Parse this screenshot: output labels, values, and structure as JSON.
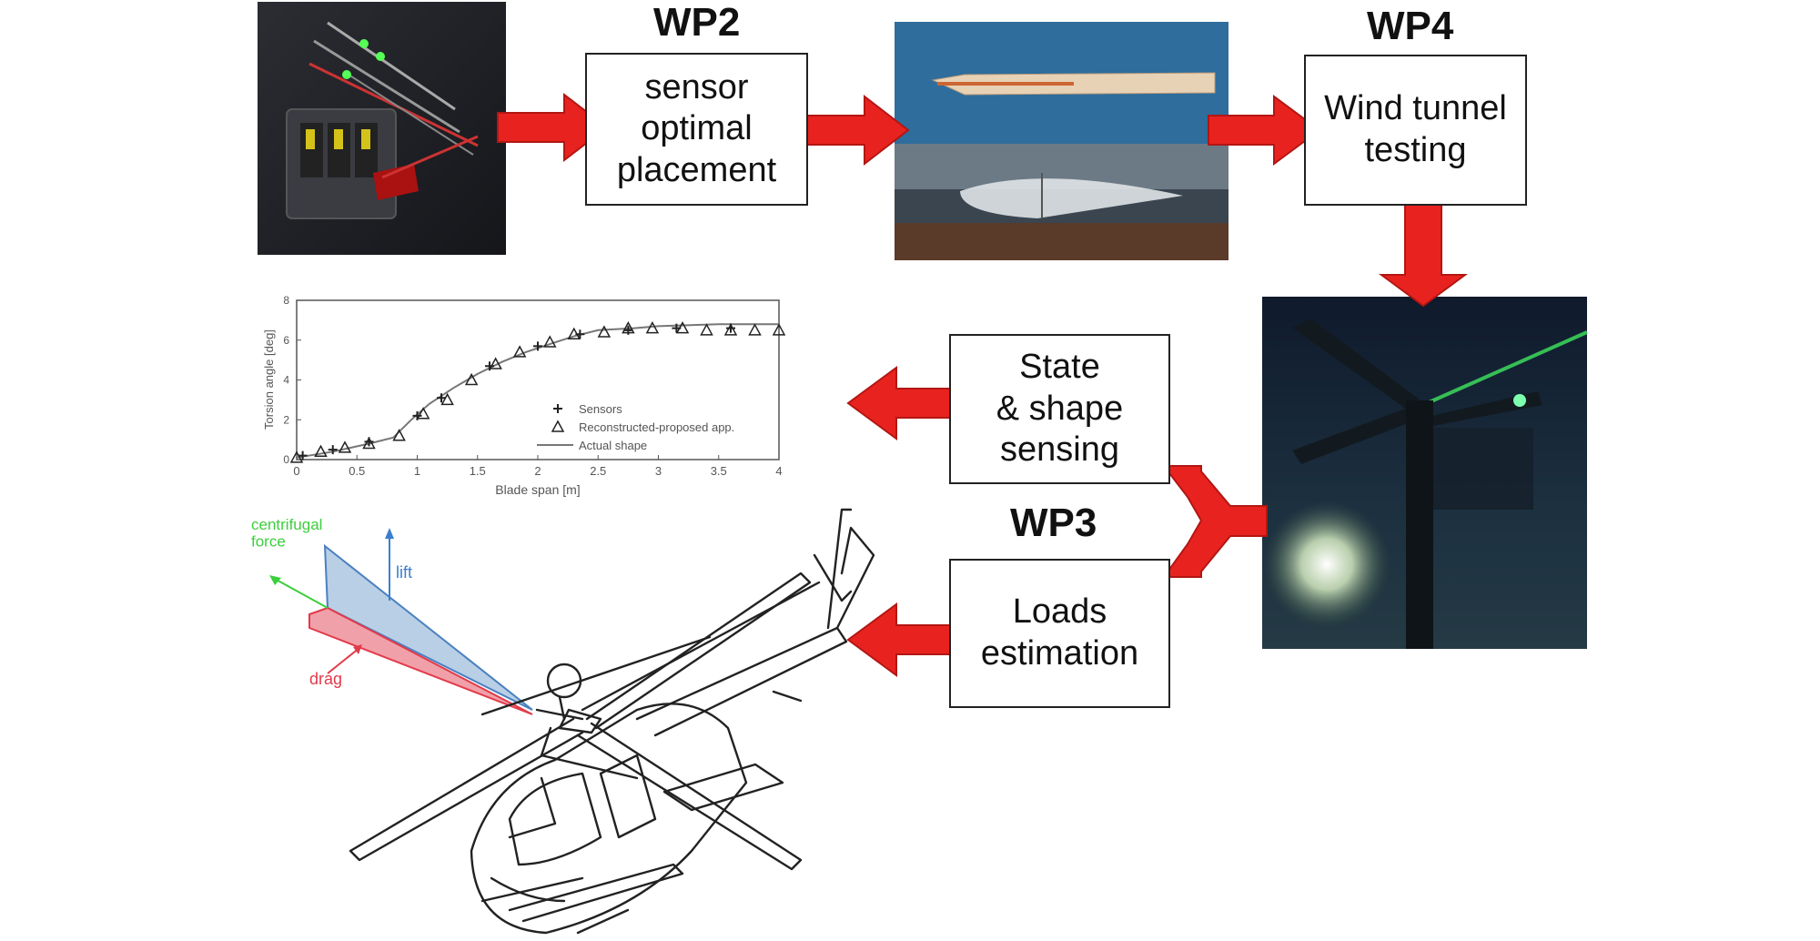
{
  "labels": {
    "wp2": "WP2",
    "wp4": "WP4",
    "wp3": "WP3"
  },
  "boxes": {
    "sensor_placement": "sensor\noptimal\nplacement",
    "wind_tunnel": "Wind tunnel\ntesting",
    "state_shape": "State\n& shape\nsensing",
    "loads": "Loads\nestimation"
  },
  "force_labels": {
    "centrifugal": "centrifugal\nforce",
    "lift": "lift",
    "drag": "drag"
  },
  "colors": {
    "arrow": "#e8231f",
    "lift_triangle": "#b8cfe6",
    "drag_triangle": "#f0a0a8",
    "centrifugal": "#3ccf3c",
    "lift": "#3a7fcf",
    "drag": "#e23a4a"
  },
  "chart_data": {
    "type": "line",
    "xlabel": "Blade span [m]",
    "ylabel": "Torsion angle [deg]",
    "xlim": [
      0,
      4
    ],
    "ylim": [
      0,
      8
    ],
    "xticks": [
      "0",
      "0.5",
      "1",
      "1.5",
      "2",
      "2.5",
      "3",
      "3.5",
      "4"
    ],
    "yticks": [
      "0",
      "2",
      "4",
      "6",
      "8"
    ],
    "legend_position": "bottom-right",
    "legend": [
      "Sensors",
      "Reconstructed-proposed app.",
      "Actual shape"
    ],
    "series": [
      {
        "name": "Actual shape",
        "style": "line",
        "x": [
          0,
          0.3,
          0.6,
          0.8,
          0.95,
          1.1,
          1.3,
          1.5,
          1.7,
          1.9,
          2.1,
          2.3,
          2.5,
          2.8,
          3.0,
          3.5,
          4.0
        ],
        "y": [
          0.1,
          0.4,
          0.8,
          1.1,
          2.0,
          2.8,
          3.6,
          4.3,
          4.9,
          5.4,
          5.8,
          6.2,
          6.5,
          6.6,
          6.7,
          6.8,
          6.8
        ]
      },
      {
        "name": "Sensors",
        "style": "plus",
        "x": [
          0.05,
          0.3,
          0.6,
          1.0,
          1.2,
          1.6,
          2.0,
          2.35,
          2.75,
          3.15,
          3.6
        ],
        "y": [
          0.2,
          0.5,
          0.9,
          2.2,
          3.1,
          4.7,
          5.7,
          6.3,
          6.5,
          6.6,
          6.6
        ]
      },
      {
        "name": "Reconstructed-proposed app.",
        "style": "triangle",
        "x": [
          0.0,
          0.2,
          0.4,
          0.6,
          0.85,
          1.05,
          1.25,
          1.45,
          1.65,
          1.85,
          2.1,
          2.3,
          2.55,
          2.75,
          2.95,
          3.2,
          3.4,
          3.6,
          3.8,
          4.0
        ],
        "y": [
          0.1,
          0.4,
          0.6,
          0.8,
          1.2,
          2.3,
          3.0,
          4.0,
          4.8,
          5.4,
          5.9,
          6.3,
          6.4,
          6.6,
          6.6,
          6.6,
          6.5,
          6.5,
          6.5,
          6.5
        ]
      }
    ]
  }
}
